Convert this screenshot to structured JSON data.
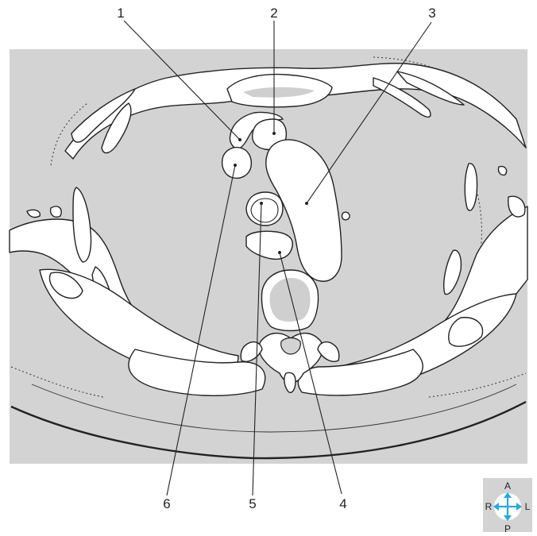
{
  "labels": [
    {
      "id": "1",
      "text": "1"
    },
    {
      "id": "2",
      "text": "2"
    },
    {
      "id": "3",
      "text": "3"
    },
    {
      "id": "4",
      "text": "4"
    },
    {
      "id": "5",
      "text": "5"
    },
    {
      "id": "6",
      "text": "6"
    }
  ],
  "orientation": {
    "anterior": "A",
    "posterior": "P",
    "right": "R",
    "left": "L",
    "arrow_color": "#29a8e0"
  },
  "colors": {
    "background_scan": "#d3d3d3",
    "structure_fill": "#ffffff",
    "outline": "#222222"
  }
}
